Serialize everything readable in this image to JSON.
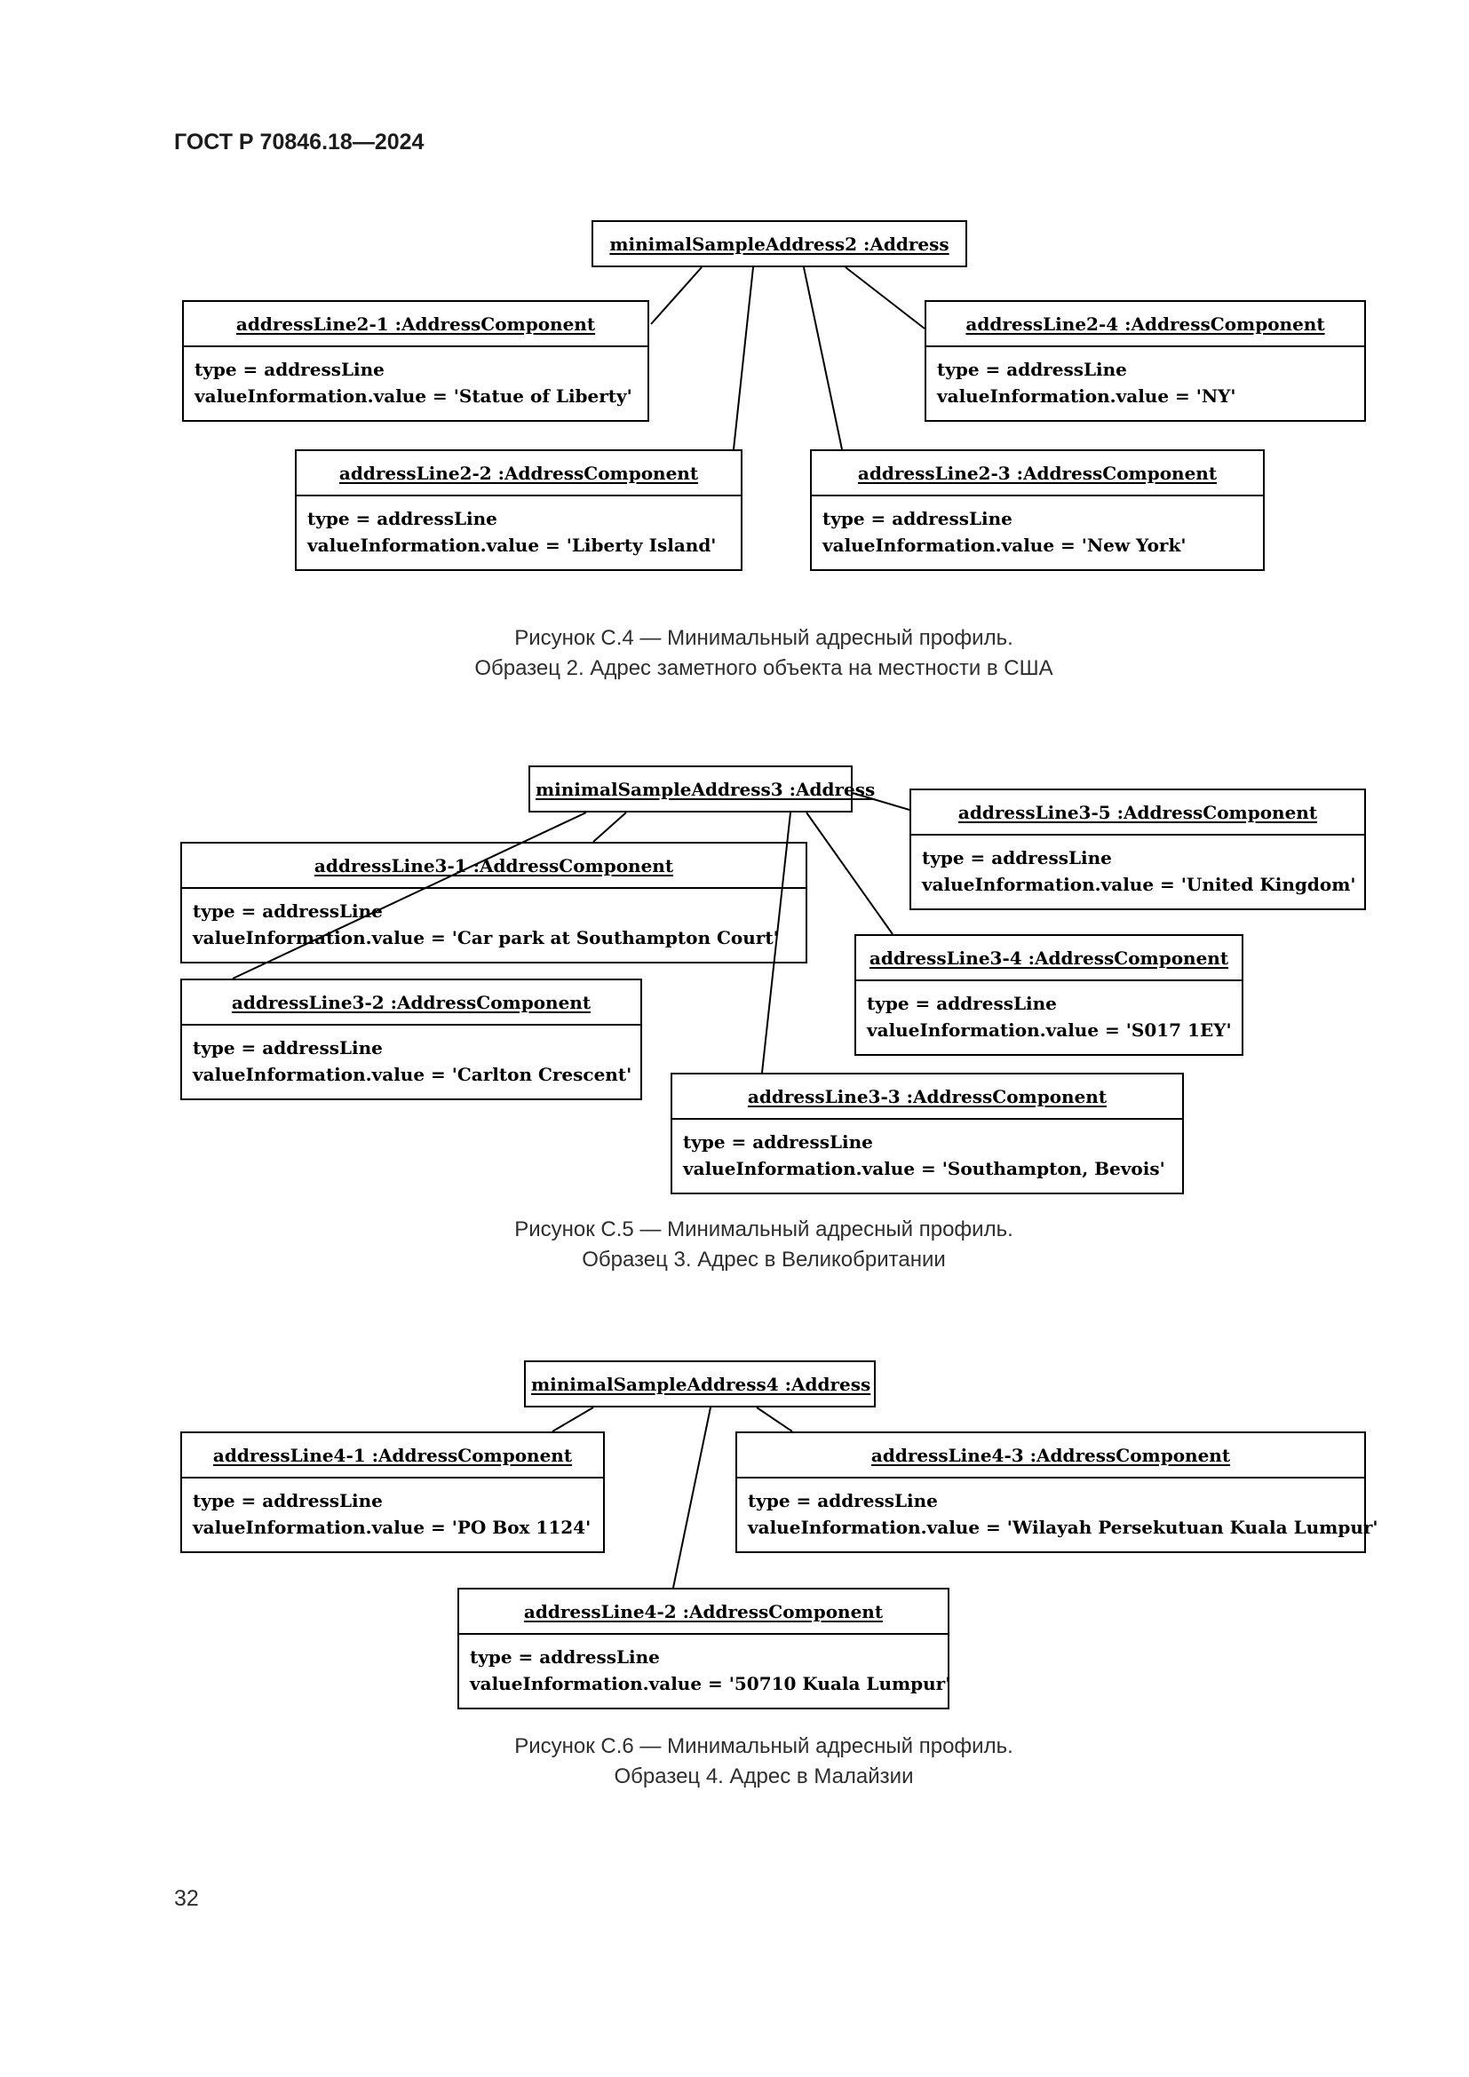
{
  "page": {
    "header": "ГОСТ Р 70846.18—2024",
    "page_number": "32"
  },
  "diagrams": [
    {
      "root": "minimalSampleAddress2 :Address",
      "components": [
        {
          "title": "addressLine2-1 :AddressComponent",
          "attrs": [
            "type = addressLine",
            "valueInformation.value = 'Statue of Liberty'"
          ]
        },
        {
          "title": "addressLine2-2 :AddressComponent",
          "attrs": [
            "type = addressLine",
            "valueInformation.value = 'Liberty Island'"
          ]
        },
        {
          "title": "addressLine2-3 :AddressComponent",
          "attrs": [
            "type = addressLine",
            "valueInformation.value = 'New York'"
          ]
        },
        {
          "title": "addressLine2-4 :AddressComponent",
          "attrs": [
            "type = addressLine",
            "valueInformation.value = 'NY'"
          ]
        }
      ],
      "caption_line1": "Рисунок С.4 — Минимальный адресный профиль.",
      "caption_line2": "Образец 2. Адрес заметного объекта на местности в США"
    },
    {
      "root": "minimalSampleAddress3 :Address",
      "components": [
        {
          "title": "addressLine3-1 :AddressComponent",
          "attrs": [
            "type = addressLine",
            "valueInformation.value = 'Car park at Southampton Court'"
          ]
        },
        {
          "title": "addressLine3-2 :AddressComponent",
          "attrs": [
            "type = addressLine",
            "valueInformation.value = 'Carlton Crescent'"
          ]
        },
        {
          "title": "addressLine3-3 :AddressComponent",
          "attrs": [
            "type = addressLine",
            "valueInformation.value = 'Southampton, Bevois'"
          ]
        },
        {
          "title": "addressLine3-4 :AddressComponent",
          "attrs": [
            "type = addressLine",
            "valueInformation.value = 'S017 1EY'"
          ]
        },
        {
          "title": "addressLine3-5 :AddressComponent",
          "attrs": [
            "type = addressLine",
            "valueInformation.value = 'United Kingdom'"
          ]
        }
      ],
      "caption_line1": "Рисунок С.5 — Минимальный адресный профиль.",
      "caption_line2": "Образец 3. Адрес в Великобритании"
    },
    {
      "root": "minimalSampleAddress4 :Address",
      "components": [
        {
          "title": "addressLine4-1 :AddressComponent",
          "attrs": [
            "type = addressLine",
            "valueInformation.value = 'PO Box 1124'"
          ]
        },
        {
          "title": "addressLine4-2 :AddressComponent",
          "attrs": [
            "type = addressLine",
            "valueInformation.value = '50710 Kuala Lumpur'"
          ]
        },
        {
          "title": "addressLine4-3 :AddressComponent",
          "attrs": [
            "type = addressLine",
            "valueInformation.value = 'Wilayah Persekutuan Kuala Lumpur'"
          ]
        }
      ],
      "caption_line1": "Рисунок С.6 — Минимальный адресный профиль.",
      "caption_line2": "Образец 4. Адрес в Малайзии"
    }
  ]
}
